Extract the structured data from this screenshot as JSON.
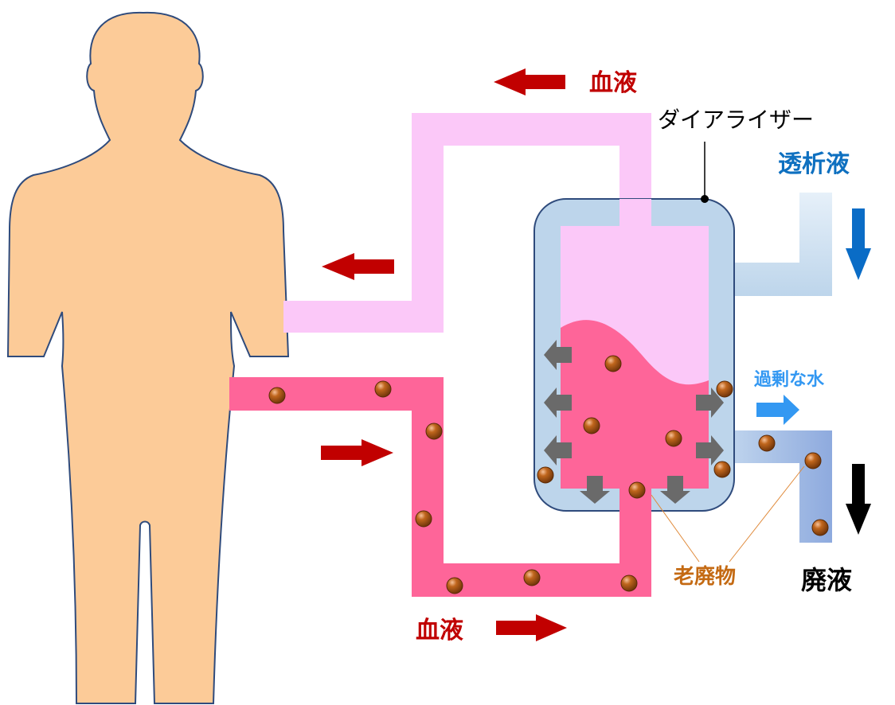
{
  "labels": {
    "blood_top": "血液",
    "blood_bottom": "血液",
    "dialyzer": "ダイアライザー",
    "dialysate": "透析液",
    "excess_water": "過剰な水",
    "waste_products": "老廃物",
    "waste_liquid": "廃液"
  },
  "colors": {
    "skin": "#fccb98",
    "skin_outline": "#2f4b7c",
    "clean_blood": "#fbc8f8",
    "dirty_blood": "#fe6599",
    "dialyzer_fill": "#bdd5eb",
    "dialyzer_border": "#2f4b7c",
    "arrow_red": "#c10000",
    "arrow_blue": "#0a6cc6",
    "arrow_lightblue": "#3398f2",
    "arrow_gray": "#6a6a6a",
    "label_red": "#c00000",
    "label_blue": "#0e70c0",
    "label_orange": "#c46a13",
    "particle": "#a65812"
  },
  "icons": [
    "human-silhouette",
    "waste-particle",
    "flow-arrow"
  ]
}
